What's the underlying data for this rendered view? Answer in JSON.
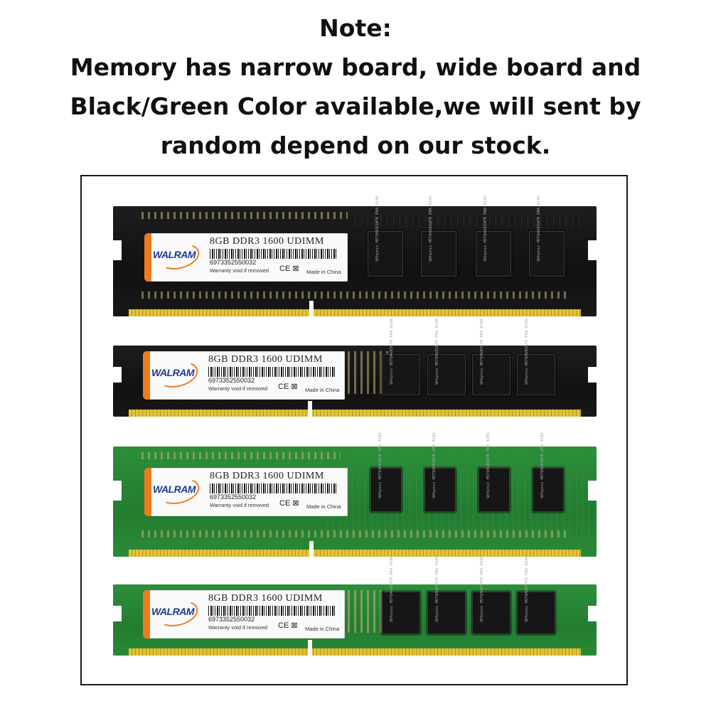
{
  "note": {
    "lines": [
      "Note:",
      "Memory has narrow board, wide board and",
      "Black/Green Color available,we will sent by",
      "random depend on our stock."
    ]
  },
  "modules": [
    {
      "color": "black",
      "variant": "wide",
      "brand": "WALRAM",
      "spec": "8GB DDR3 1600 UDIMM",
      "code": "6973352550032",
      "warranty": "Warranty void if removed",
      "ce": "CE ⊠",
      "made": "Made in China",
      "chip_text": "SKhynix H5TQ4G83AFR PBA 818A"
    },
    {
      "color": "black",
      "variant": "narrow",
      "brand": "WALRAM",
      "spec": "8GB DDR3 1600 UDIMM",
      "code": "6973352550032",
      "warranty": "Warranty void if removed",
      "ce": "CE ⊠",
      "made": "Made in China",
      "chip_text": "SKhynix H5TQ4G83AFR PBA 818A"
    },
    {
      "color": "green",
      "variant": "wide",
      "brand": "WALRAM",
      "spec": "8GB DDR3 1600 UDIMM",
      "code": "6973352550032",
      "warranty": "Warranty void if removed",
      "ce": "CE ⊠",
      "made": "Made in China",
      "chip_text": "SKhynix H5TQ4G83AFR PBA 818A"
    },
    {
      "color": "green",
      "variant": "narrow",
      "brand": "WALRAM",
      "spec": "8GB DDR3 1600 UDIMM",
      "code": "6973352550032",
      "warranty": "Warranty void if removed",
      "ce": "CE ⊠",
      "made": "Made in China",
      "chip_text": "SKhynix H5TQ4G83AFR PBA 818A"
    }
  ],
  "colors": {
    "label_stripe": "#f07a1e",
    "gold_pins": "#e1c43a",
    "black_pcb": "#161616",
    "green_pcb": "#2a8a37"
  }
}
